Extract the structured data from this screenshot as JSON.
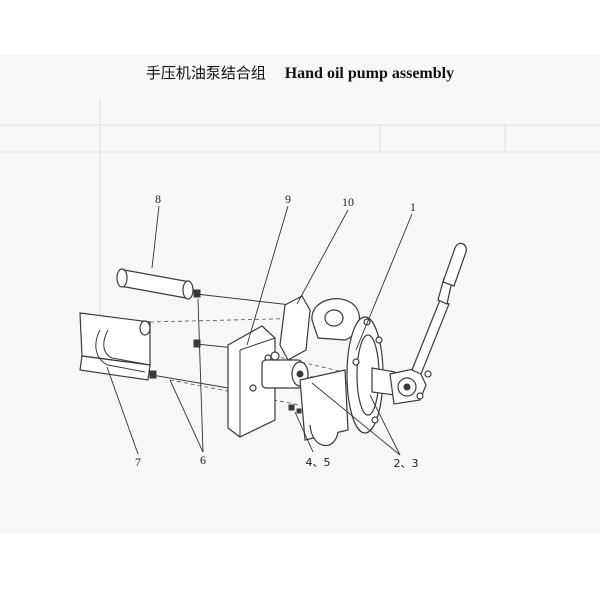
{
  "title": {
    "chinese": "手压机油泵结合组",
    "english": "Hand oil pump assembly"
  },
  "callouts": {
    "part_1": "1",
    "part_2_3": "2、3",
    "part_4_5": "4、5",
    "part_6": "6",
    "part_7": "7",
    "part_8": "8",
    "part_9": "9",
    "part_10": "10"
  }
}
